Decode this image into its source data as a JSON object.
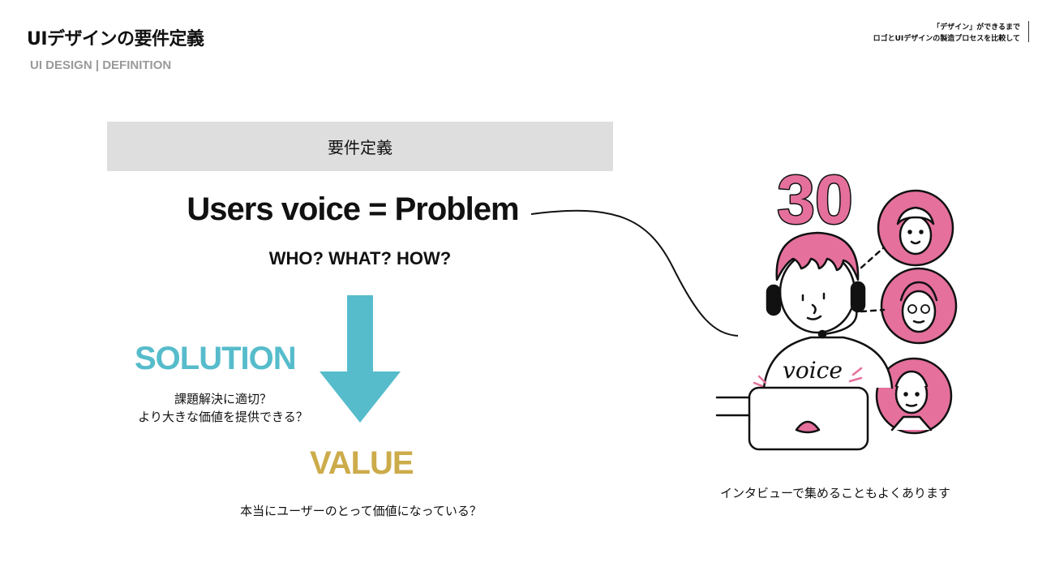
{
  "header": {
    "title": "UIデザインの要件定義",
    "subtitle": "UI DESIGN | DEFINITION",
    "deck_line1": "「デザイン」ができるまで",
    "deck_line2": "ロゴとUIデザインの製造プロセスを比較して"
  },
  "slide": {
    "section_label": "要件定義",
    "headline": "Users voice = Problem",
    "questions": "WHO? WHAT? HOW?",
    "solution_label": "SOLUTION",
    "solution_line1": "課題解決に適切？",
    "solution_line2": "より大きな価値を提供できる？",
    "value_label": "VALUE",
    "value_text": "本当にユーザーのとって価値になっている？"
  },
  "illustration": {
    "count": "30",
    "shirt_text": "voice",
    "caption": "インタビューで集めることもよくあります"
  },
  "colors": {
    "solution": "#56bccb",
    "value": "#ccab4a",
    "arrow": "#56bccb",
    "accent_pink": "#e5709c",
    "section_bg": "#dedede",
    "subtitle_gray": "#9a9a9a"
  }
}
